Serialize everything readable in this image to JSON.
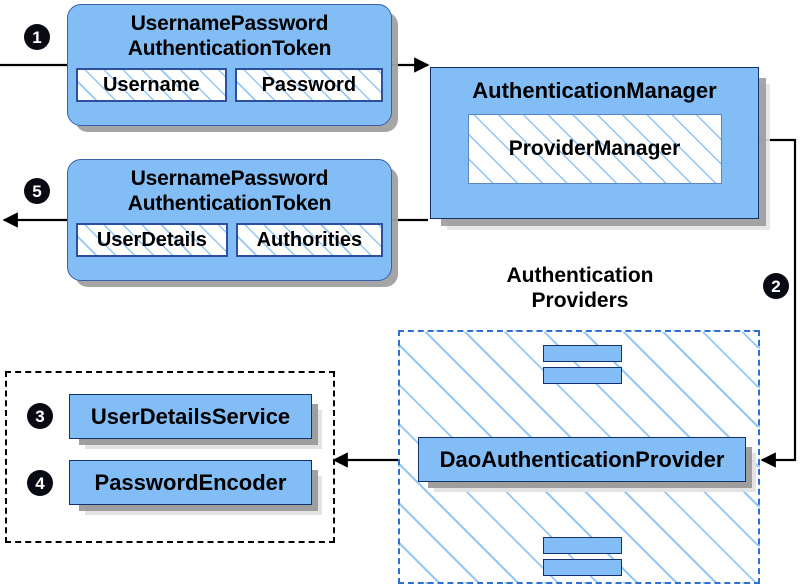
{
  "diagram": {
    "title": "Spring Security Username/Password Authentication Flow",
    "colors": {
      "node_fill": "#82bdf5",
      "node_border": "#14306e",
      "token_border": "#3b5fa8",
      "region_border": "#2f6fd0",
      "dashed_region_border": "#000000",
      "badge_fill": "#0a0a14",
      "badge_text": "#ffffff",
      "hatch": "#82bdf5",
      "shadow": "#a0a0a0",
      "line": "#000000"
    }
  },
  "nodes": {
    "request_token": {
      "title": "UsernamePassword\nAuthenticationToken",
      "fields": [
        {
          "label": "Username"
        },
        {
          "label": "Password"
        }
      ]
    },
    "response_token": {
      "title": "UsernamePassword\nAuthenticationToken",
      "fields": [
        {
          "label": "UserDetails"
        },
        {
          "label": "Authorities"
        }
      ]
    },
    "authentication_manager": {
      "title": "AuthenticationManager",
      "inner": "ProviderManager"
    },
    "dao_authentication_provider": {
      "title": "DaoAuthenticationProvider"
    },
    "user_details_service": {
      "title": "UserDetailsService"
    },
    "password_encoder": {
      "title": "PasswordEncoder"
    }
  },
  "regions": {
    "authentication_providers": {
      "label": "Authentication\nProviders"
    },
    "supporting_beans": {
      "label": ""
    }
  },
  "badges": [
    {
      "id": "badge-1",
      "number": "❶",
      "value": "1"
    },
    {
      "id": "badge-2",
      "number": "❷",
      "value": "2"
    },
    {
      "id": "badge-3",
      "number": "❸",
      "value": "3"
    },
    {
      "id": "badge-4",
      "number": "❹",
      "value": "4"
    },
    {
      "id": "badge-5",
      "number": "❺",
      "value": "5"
    }
  ],
  "connectors": [
    {
      "name": "incoming-request-arrow",
      "from": "left-edge",
      "to": "authentication-manager"
    },
    {
      "name": "manager-to-provider-arrow",
      "from": "authentication-manager",
      "to": "dao-authentication-provider"
    },
    {
      "name": "provider-to-beans-arrow",
      "from": "dao-authentication-provider",
      "to": "supporting-beans"
    },
    {
      "name": "manager-to-response-token-line",
      "from": "authentication-manager",
      "to": "response-token"
    },
    {
      "name": "response-token-out-arrow",
      "from": "response-token",
      "to": "left-edge"
    },
    {
      "name": "provider-stub-arrow-top",
      "from": "dao-authentication-provider",
      "to": "provider-stub-top"
    },
    {
      "name": "provider-stub-arrow-bottom",
      "from": "dao-authentication-provider",
      "to": "provider-stub-bottom"
    }
  ]
}
